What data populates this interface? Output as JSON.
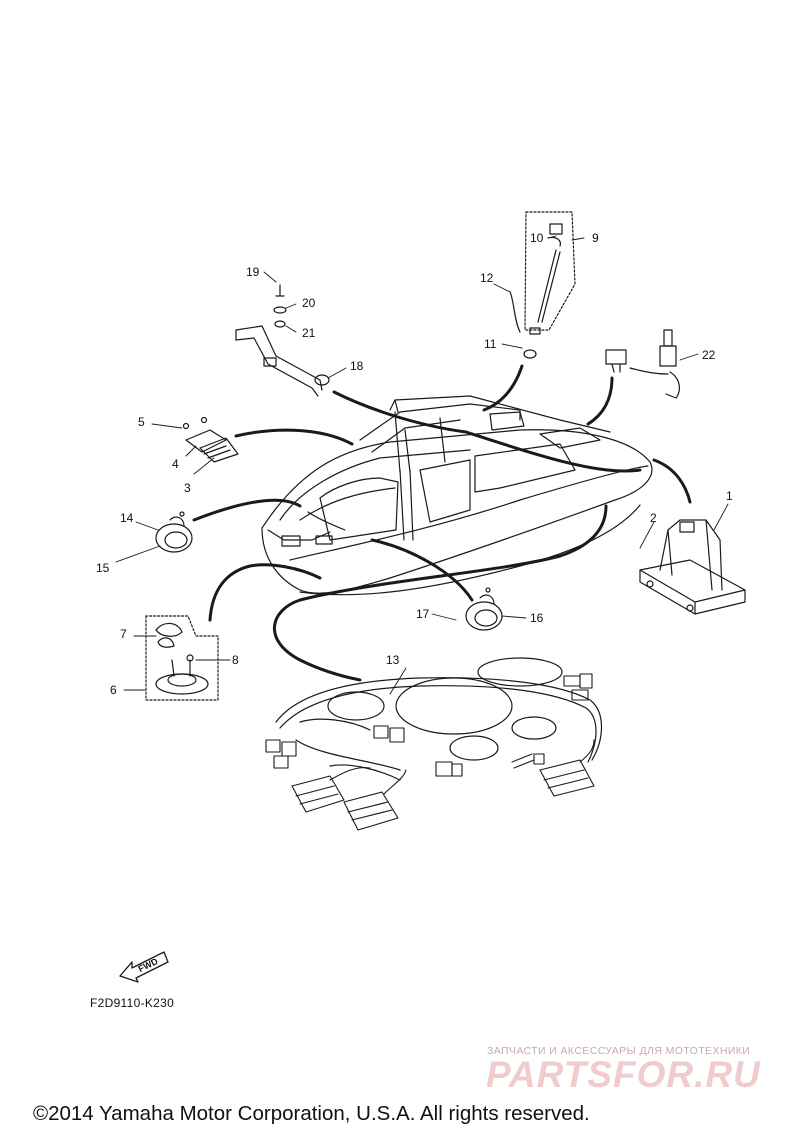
{
  "callouts": [
    {
      "id": "c1",
      "label": "1"
    },
    {
      "id": "c2",
      "label": "2"
    },
    {
      "id": "c3",
      "label": "3"
    },
    {
      "id": "c4",
      "label": "4"
    },
    {
      "id": "c5",
      "label": "5"
    },
    {
      "id": "c6",
      "label": "6"
    },
    {
      "id": "c7",
      "label": "7"
    },
    {
      "id": "c8",
      "label": "8"
    },
    {
      "id": "c9",
      "label": "9"
    },
    {
      "id": "c10",
      "label": "10"
    },
    {
      "id": "c11",
      "label": "11"
    },
    {
      "id": "c12",
      "label": "12"
    },
    {
      "id": "c13",
      "label": "13"
    },
    {
      "id": "c14",
      "label": "14"
    },
    {
      "id": "c15",
      "label": "15"
    },
    {
      "id": "c16",
      "label": "16"
    },
    {
      "id": "c17",
      "label": "17"
    },
    {
      "id": "c18",
      "label": "18"
    },
    {
      "id": "c19",
      "label": "19"
    },
    {
      "id": "c20",
      "label": "20"
    },
    {
      "id": "c21",
      "label": "21"
    },
    {
      "id": "c22",
      "label": "22"
    }
  ],
  "fwd_label": "FWD",
  "figure_code": "F2D9110-K230",
  "watermark": {
    "subtitle": "ЗАПЧАСТИ И АКСЕССУАРЫ ДЛЯ МОТОТЕХНИКИ",
    "brand": "PARTSFOR.RU"
  },
  "copyright": "©2014 Yamaha Motor Corporation, U.S.A. All rights reserved."
}
